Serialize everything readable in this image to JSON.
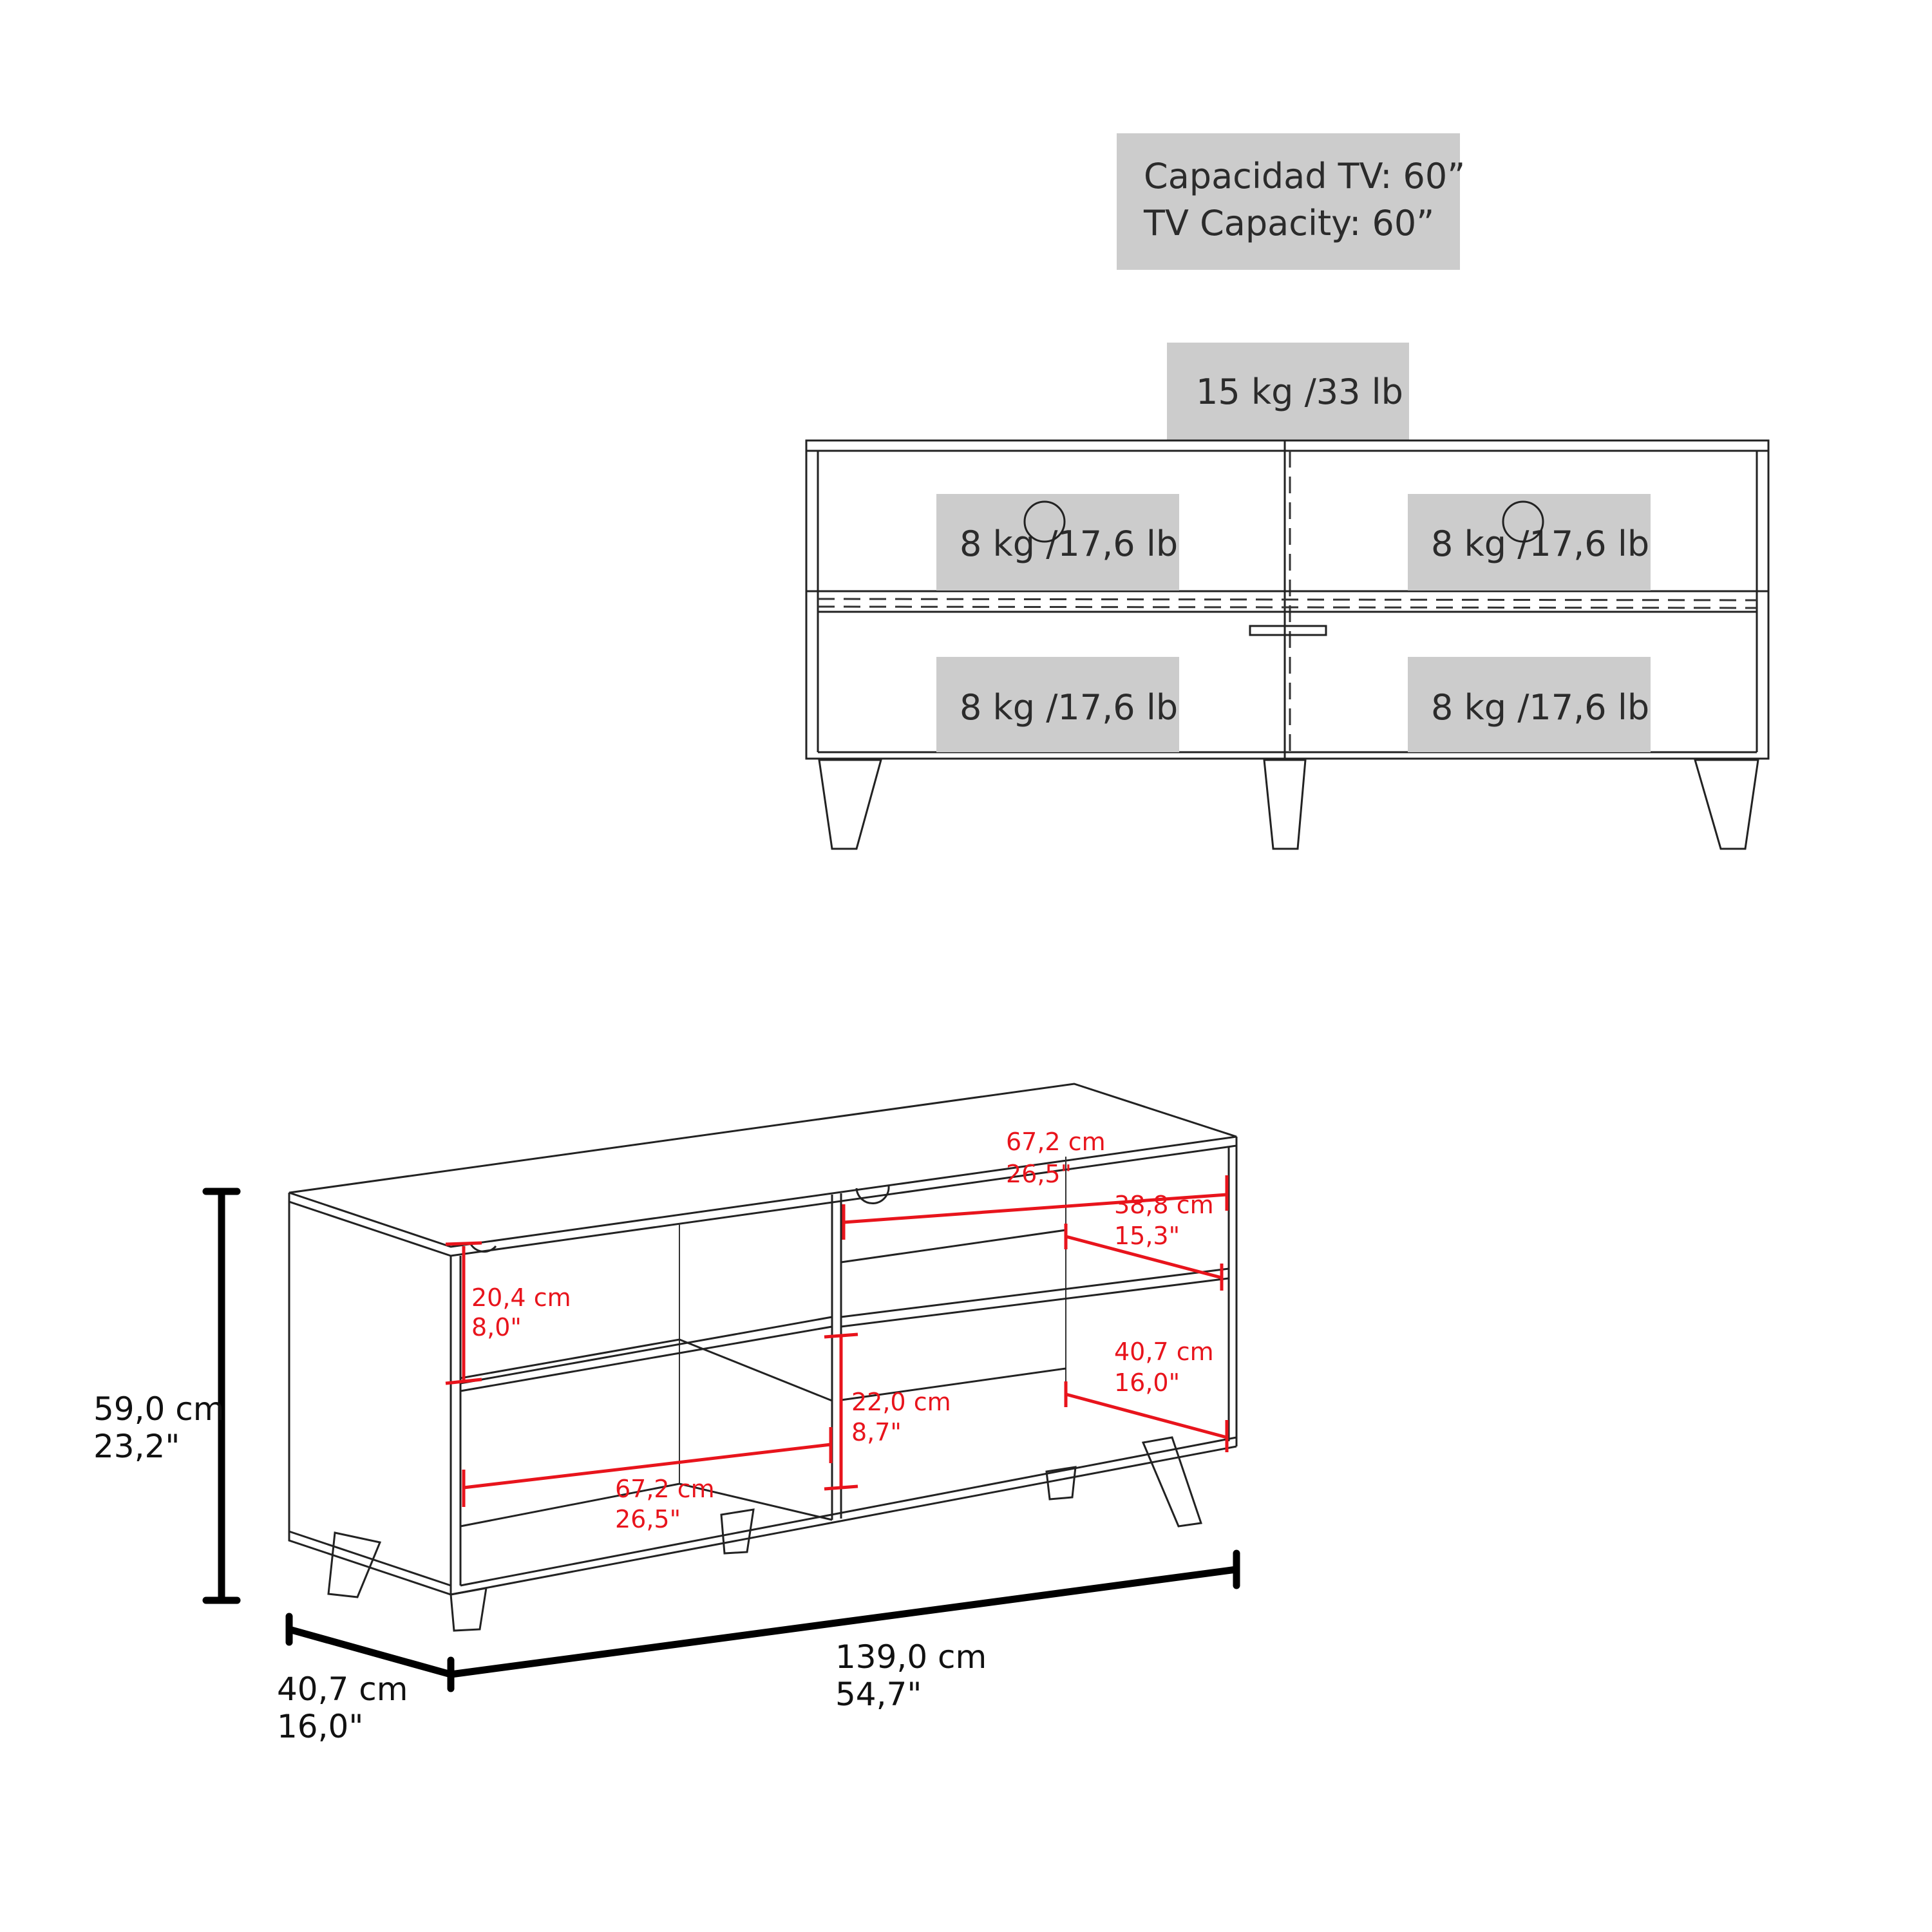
{
  "colors": {
    "label_box": "#cccccc",
    "label_text": "#2b2b2b",
    "dimension_red": "#e8141c",
    "line": "#222222"
  },
  "front_view": {
    "tv_capacity": {
      "line1": "Capacidad TV: 60”",
      "line2": "TV Capacity: 60”"
    },
    "top_load": "15 kg /33 lb",
    "compartments": [
      {
        "position": "upper-left",
        "load": "8 kg /17,6 lb"
      },
      {
        "position": "upper-right",
        "load": "8 kg /17,6 lb"
      },
      {
        "position": "lower-left",
        "load": "8 kg /17,6 lb"
      },
      {
        "position": "lower-right",
        "load": "8 kg /17,6 lb"
      }
    ]
  },
  "iso_view": {
    "overall": {
      "height": {
        "cm": "59,0 cm",
        "in": "23,2\""
      },
      "depth": {
        "cm": "40,7 cm",
        "in": "16,0\""
      },
      "width": {
        "cm": "139,0 cm",
        "in": "54,7\""
      }
    },
    "interior": {
      "upper_width": {
        "cm": "67,2 cm",
        "in": "26,5\""
      },
      "upper_depth": {
        "cm": "38,8 cm",
        "in": "15,3\""
      },
      "upper_height": {
        "cm": "20,4 cm",
        "in": "8,0\""
      },
      "lower_height": {
        "cm": "22,0 cm",
        "in": "8,7\""
      },
      "lower_depth": {
        "cm": "40,7 cm",
        "in": "16,0\""
      },
      "lower_width": {
        "cm": "67,2 cm",
        "in": "26,5\""
      }
    }
  }
}
